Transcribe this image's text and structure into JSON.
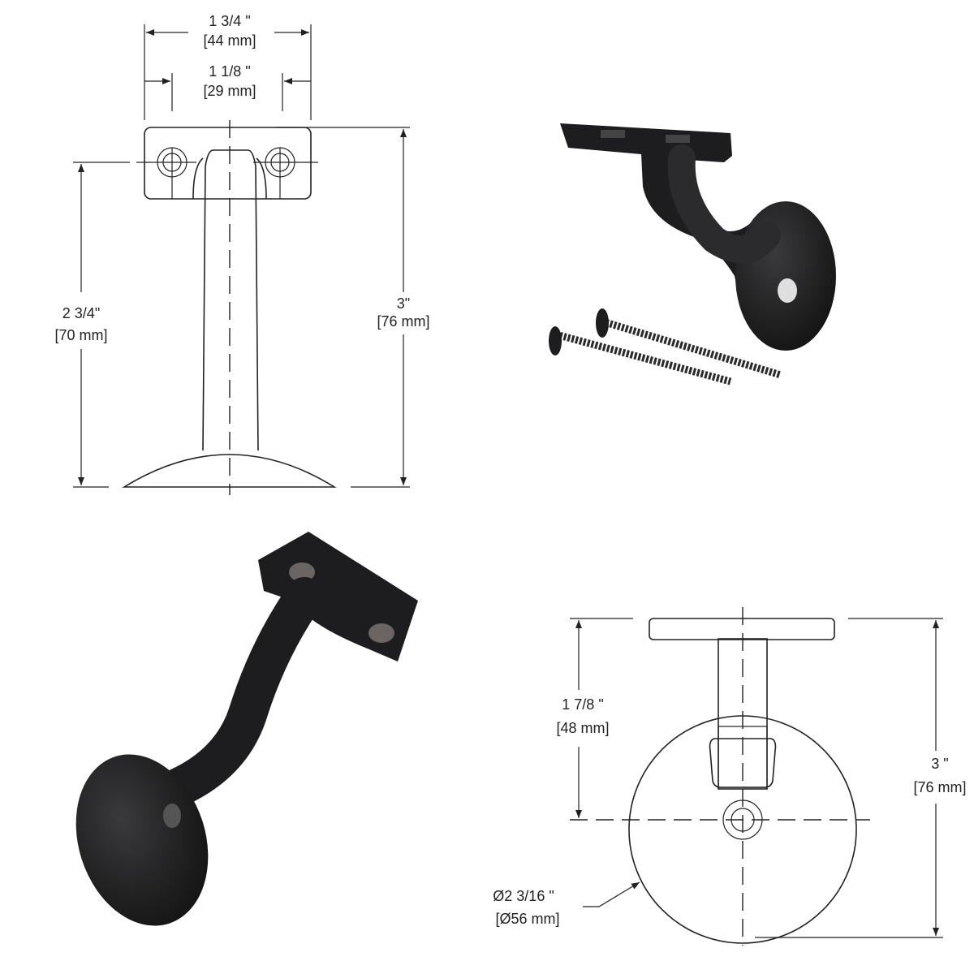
{
  "front_view": {
    "width_overall": {
      "imperial": "1 3/4 \"",
      "metric": "[44 mm]"
    },
    "hole_spacing": {
      "imperial": "1 1/8 \"",
      "metric": "[29 mm]"
    },
    "height_to_holes": {
      "imperial": "2 3/4\"",
      "metric": "[70 mm]"
    },
    "height_overall": {
      "imperial": "3\"",
      "metric": "[76 mm]"
    }
  },
  "side_view": {
    "height_to_hole": {
      "imperial": "1 7/8 \"",
      "metric": "[48 mm]"
    },
    "height_overall": {
      "imperial": "3 \"",
      "metric": "[76 mm]"
    },
    "base_diameter": {
      "imperial": "Ø2 3/16 \"",
      "metric": "[Ø56 mm]"
    }
  },
  "colors": {
    "finish": "#1d1d1f",
    "line": "#222222"
  }
}
